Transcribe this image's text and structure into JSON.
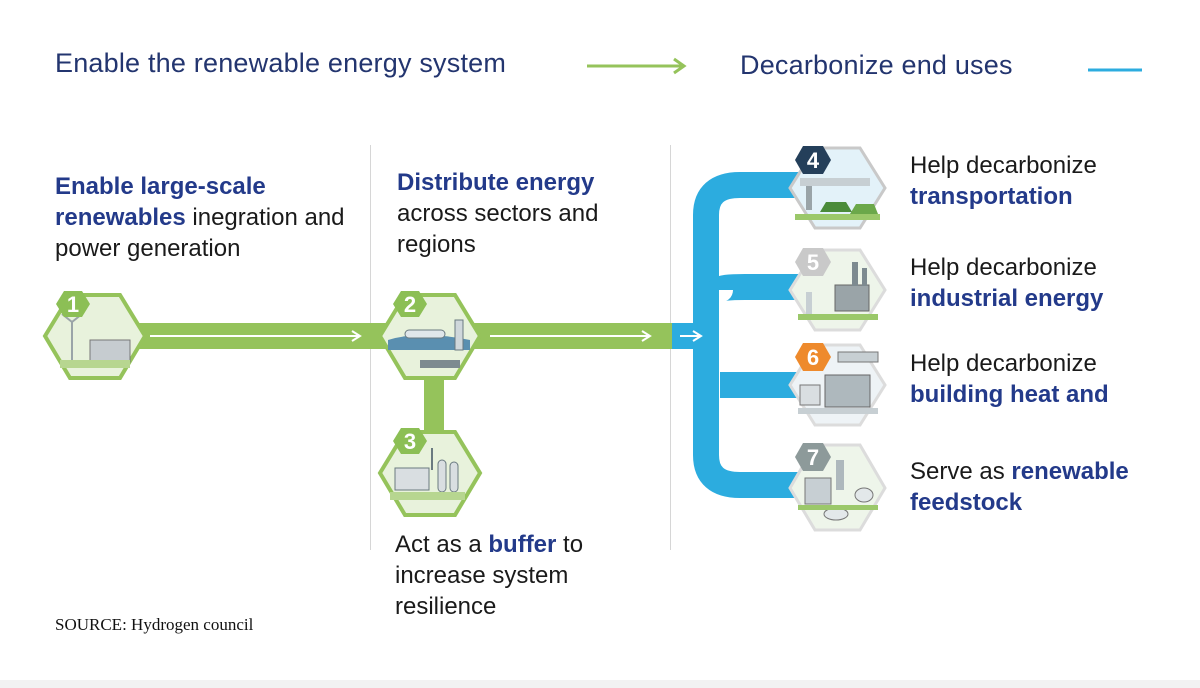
{
  "header": {
    "left_title": "Enable the renewable energy system",
    "right_title": "Decarbonize end uses"
  },
  "colors": {
    "green": "#95c35b",
    "blue": "#2cacdf",
    "title": "#23356f",
    "emphasis": "#233a8a",
    "num_green": "#8cbf55",
    "num_navy": "#243f5a",
    "num_gray": "#c9c9c9",
    "num_orange": "#ee8a2c",
    "num_slate": "#8d9a9a"
  },
  "steps": [
    {
      "number": "1",
      "strong": "Enable large-scale renewables",
      "rest": " inegration and power generation"
    },
    {
      "number": "2",
      "strong": "Distribute energy",
      "rest": " across sectors and regions"
    },
    {
      "number": "3",
      "lead": "Act as a ",
      "strong": "buffer",
      "rest": " to increase system resilience"
    },
    {
      "number": "4",
      "lead": "Help decarbonize",
      "strong": "transportation"
    },
    {
      "number": "5",
      "lead": "Help decarbonize",
      "strong": "industrial energy"
    },
    {
      "number": "6",
      "lead": "Help decarbonize",
      "strong": "building heat and"
    },
    {
      "number": "7",
      "lead": "Serve as ",
      "strong": "renewable feedstock"
    }
  ],
  "source": "SOURCE: Hydrogen council",
  "icons": {
    "arrow": "right-arrow-icon",
    "hex_1": "wind-solar-power-icon",
    "hex_2": "ship-pipeline-distribution-icon",
    "hex_3": "storage-tanks-icon",
    "hex_4": "fueling-station-cars-icon",
    "hex_5": "factory-icon",
    "hex_6": "building-heating-icon",
    "hex_7": "chemical-plant-feedstock-icon"
  }
}
